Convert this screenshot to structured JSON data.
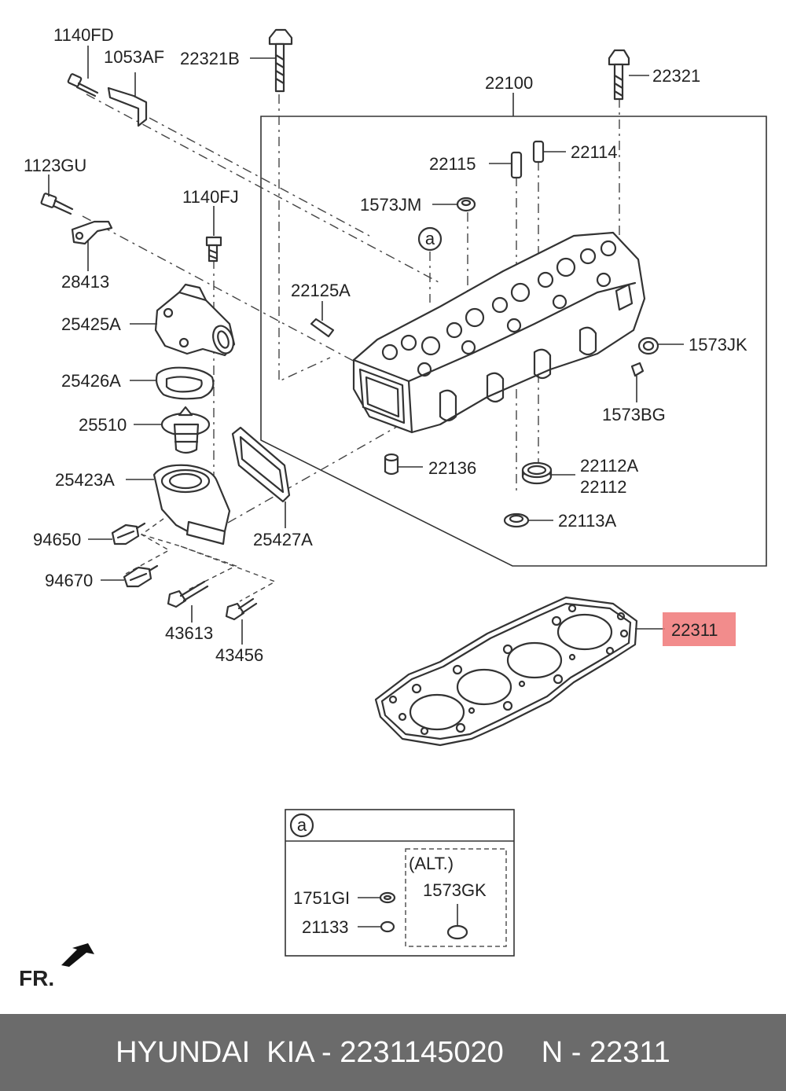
{
  "labels": {
    "p1140FD": "1140FD",
    "p1053AF": "1053AF",
    "p22321B": "22321B",
    "p22100": "22100",
    "p22321": "22321",
    "p22115": "22115",
    "p22114": "22114",
    "p1123GU": "1123GU",
    "p1140FJ": "1140FJ",
    "p1573JM": "1573JM",
    "p28413": "28413",
    "p22125A": "22125A",
    "p25425A": "25425A",
    "p1573JK": "1573JK",
    "p25426A": "25426A",
    "p1573BG": "1573BG",
    "p25510": "25510",
    "p22136": "22136",
    "p22112A": "22112A",
    "p22112": "22112",
    "p25423A": "25423A",
    "p22113A": "22113A",
    "p94650": "94650",
    "p25427A": "25427A",
    "p94670": "94670",
    "p22311": "22311",
    "p43613": "43613",
    "p43456": "43456",
    "callout_a": "a",
    "inset_a": "a",
    "alt": "(ALT.)",
    "p1751GI": "1751GI",
    "p1573GK": "1573GK",
    "p21133": "21133",
    "fr": "FR."
  },
  "highlight": {
    "part": "22311",
    "color": "#f07878"
  },
  "footer": {
    "brand": "HYUNDAI  KIA - 2231145020",
    "ref": "N - 22311"
  }
}
